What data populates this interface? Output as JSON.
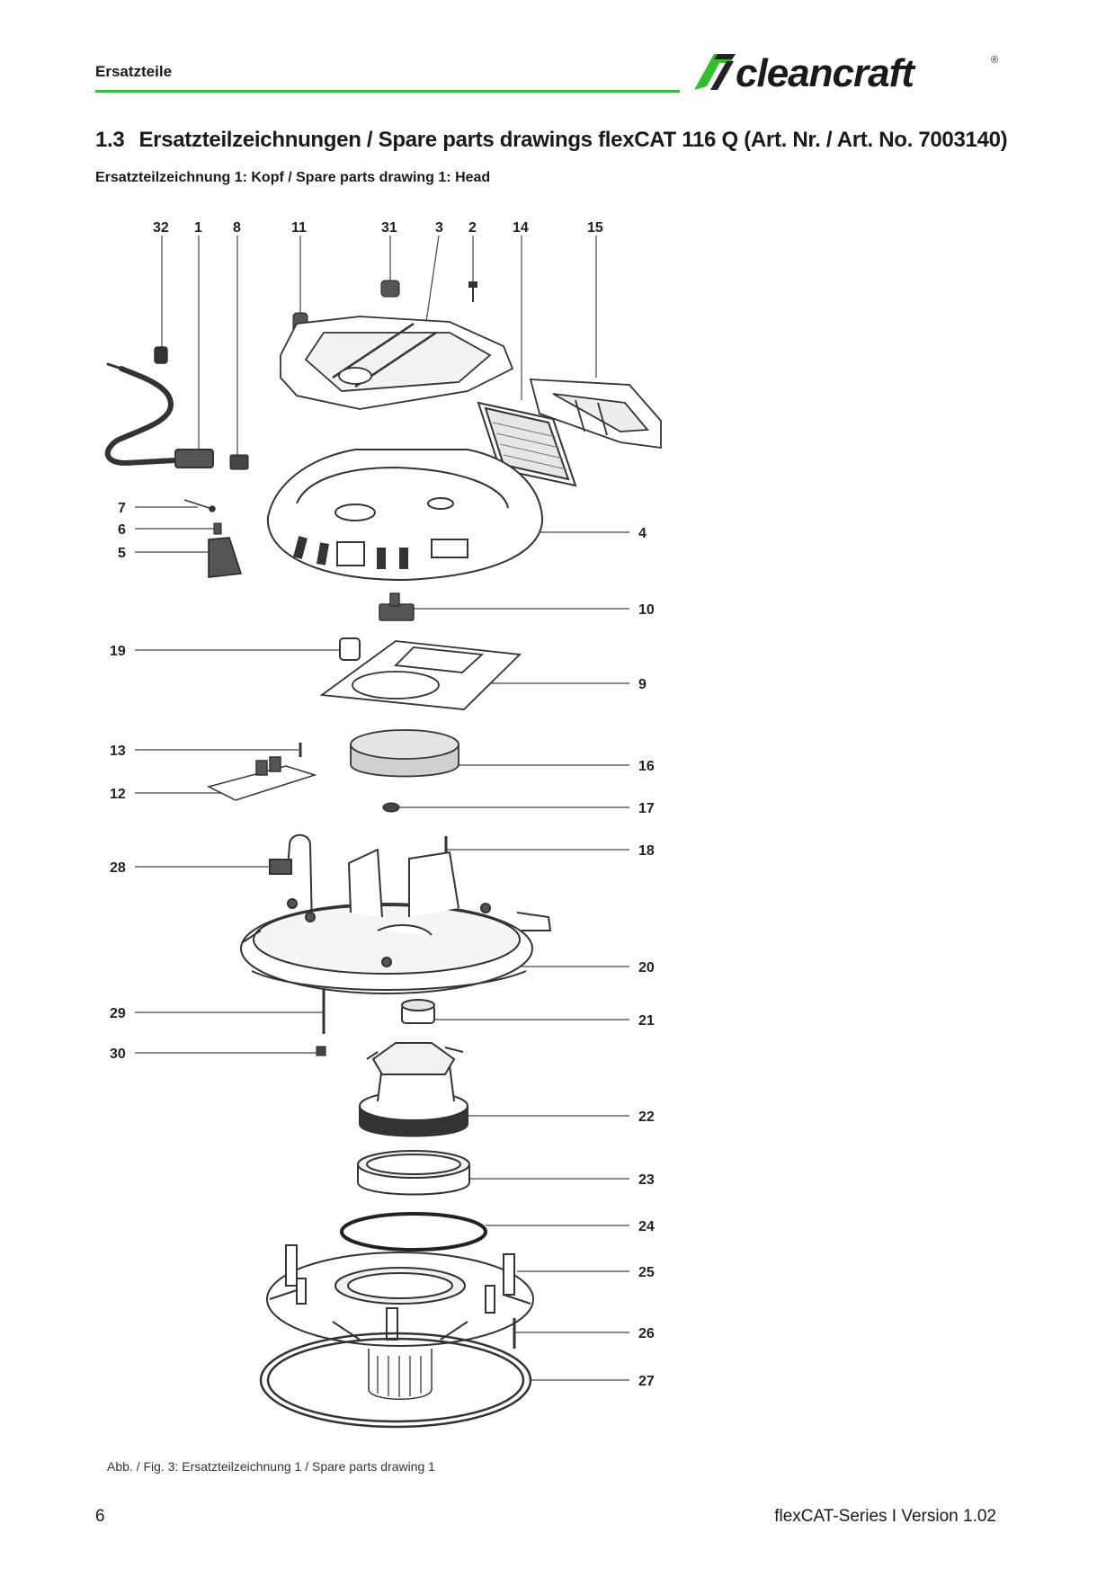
{
  "header": {
    "section_label": "Ersatzteile",
    "brand": "cleancraft",
    "brand_mark": "®",
    "accent_color": "#2fbf2f"
  },
  "heading": {
    "number": "1.3",
    "title": "Ersatzteilzeichnungen / Spare parts drawings flexCAT 116 Q (Art. Nr. / Art. No. 7003140)"
  },
  "subheading": "Ersatzteilzeichnung 1: Kopf / Spare parts drawing 1: Head",
  "callouts": {
    "top": [
      "32",
      "1",
      "8",
      "11",
      "31",
      "3",
      "2",
      "14",
      "15"
    ],
    "left": [
      "7",
      "6",
      "5",
      "19",
      "13",
      "12",
      "28",
      "29",
      "30"
    ],
    "right": [
      "4",
      "10",
      "9",
      "16",
      "17",
      "18",
      "20",
      "21",
      "22",
      "23",
      "24",
      "25",
      "26",
      "27"
    ]
  },
  "caption": "Abb. / Fig. 3: Ersatzteilzeichnung 1 / Spare parts drawing 1",
  "footer": {
    "page_number": "6",
    "version": "flexCAT-Series I Version 1.02"
  }
}
